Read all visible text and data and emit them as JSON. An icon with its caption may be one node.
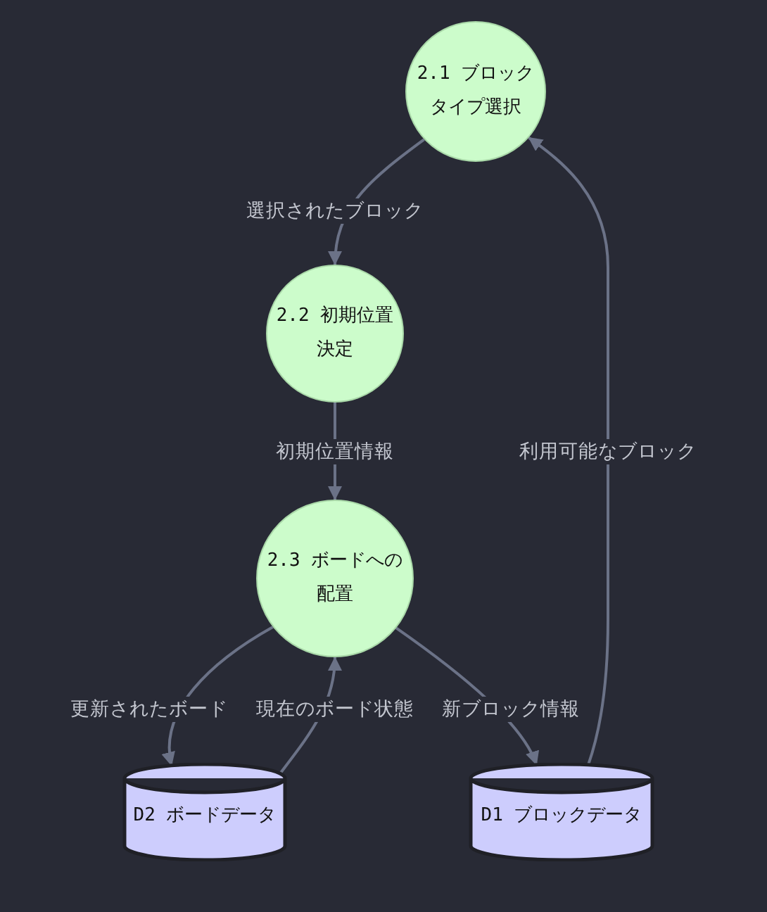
{
  "diagram": {
    "nodes": [
      {
        "text": [
          "2.1 ブロックタイプ選択"
        ]
      },
      {
        "text": [
          "2.2 初期位置決定"
        ]
      },
      {
        "text": [
          "2.3 ボードへの配置"
        ]
      },
      {
        "text": [
          "D2 ボードデータ"
        ]
      },
      {
        "text": [
          "D1 ブロックデータ"
        ]
      }
    ],
    "edges": [
      {
        "from": 0,
        "to": 1,
        "arrow": "to",
        "label": "選択されたブロック"
      },
      {
        "from": 1,
        "to": 2,
        "arrow": "to",
        "label": "初期位置情報"
      },
      {
        "from": 2,
        "to": 3,
        "arrow": "to",
        "label": "更新されたボード"
      },
      {
        "from": 3,
        "to": 2,
        "arrow": "to",
        "label": "現在のボード状態"
      },
      {
        "from": 2,
        "to": 4,
        "arrow": "to",
        "label": "新ブロック情報"
      },
      {
        "from": 4,
        "to": 0,
        "arrow": "to",
        "label": "利用可能なブロック"
      }
    ]
  }
}
